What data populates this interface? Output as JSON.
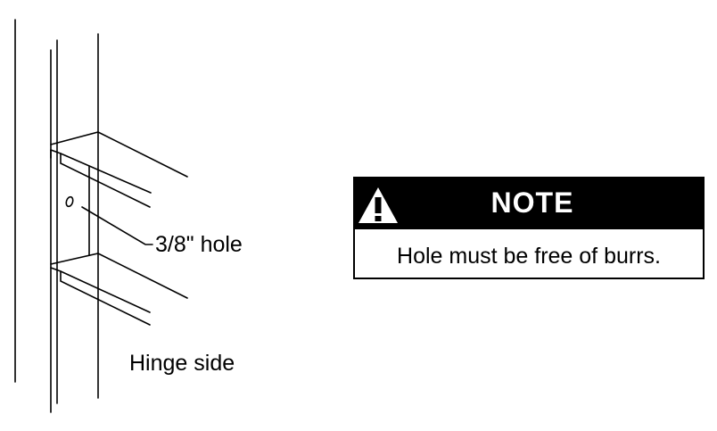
{
  "diagram": {
    "hole_label": "3/8\" hole",
    "hinge_label": "Hinge side"
  },
  "note": {
    "title": "NOTE",
    "text": "Hole must be free of burrs.",
    "icon": "warning-icon"
  },
  "colors": {
    "ink": "#000000",
    "paper": "#ffffff"
  }
}
